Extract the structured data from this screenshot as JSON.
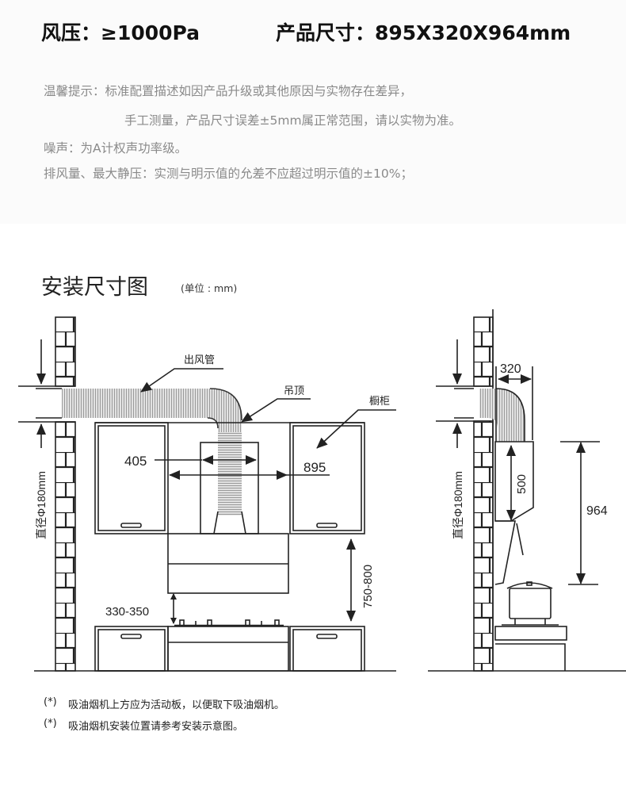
{
  "header": {
    "wind_pressure": "风压：≥1000Pa",
    "product_size": "产品尺寸：895X320X964mm"
  },
  "tips": [
    "温馨提示：标准配置描述如因产品升级或其他原因与实物存在差异，",
    "手工测量，产品尺寸误差±5mm属正常范围，请以实物为准。",
    "噪声：为A计权声功率级。",
    "排风量、最大静压：实测与明示值的允差不应超过明示值的±10%；"
  ],
  "section": {
    "title": "安装尺寸图",
    "unit": "(单位 : mm)"
  },
  "front_view": {
    "duct_label": "出风管",
    "ceiling_label": "吊顶",
    "cabinet_label": "橱柜",
    "diameter": "直径Φ180mm",
    "chimney_width": "405",
    "hood_width": "895",
    "cabinet_gap": "750-800",
    "stove_gap": "330-350"
  },
  "side_view": {
    "diameter": "直径Φ180mm",
    "depth": "320",
    "upper_height": "500",
    "total_height": "964"
  },
  "notes": [
    {
      "mark": "(*)",
      "text": "吸油烟机上方应为活动板，以便取下吸油烟机。"
    },
    {
      "mark": "(*)",
      "text": "吸油烟机安装位置请参考安装示意图。"
    }
  ]
}
